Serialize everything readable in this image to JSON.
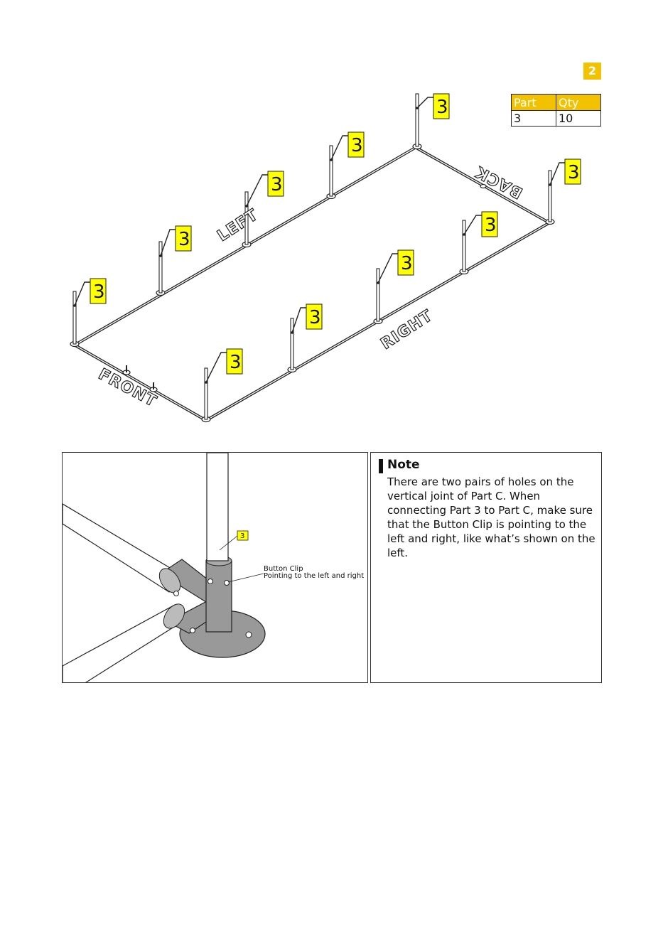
{
  "step_number": "2",
  "parts_table": {
    "headers": [
      "Part",
      "Qty"
    ],
    "rows": [
      [
        "3",
        "10"
      ]
    ]
  },
  "overview": {
    "part_tag": "3",
    "side_labels": {
      "front": "FRONT",
      "back": "BACK",
      "left": "LEFT",
      "right": "RIGHT"
    }
  },
  "detail": {
    "part_tag": "3",
    "callout_line1": "Button Clip",
    "callout_line2": "Pointing to the left and right"
  },
  "note": {
    "title": "Note",
    "body": "There are two pairs of holes on the vertical joint of Part C. When connecting Part 3 to Part C, make sure that the Button Clip is pointing to the left and right, like what’s shown on the left."
  },
  "colors": {
    "accent": "#f2c200",
    "tag_fill": "#ffff00"
  }
}
